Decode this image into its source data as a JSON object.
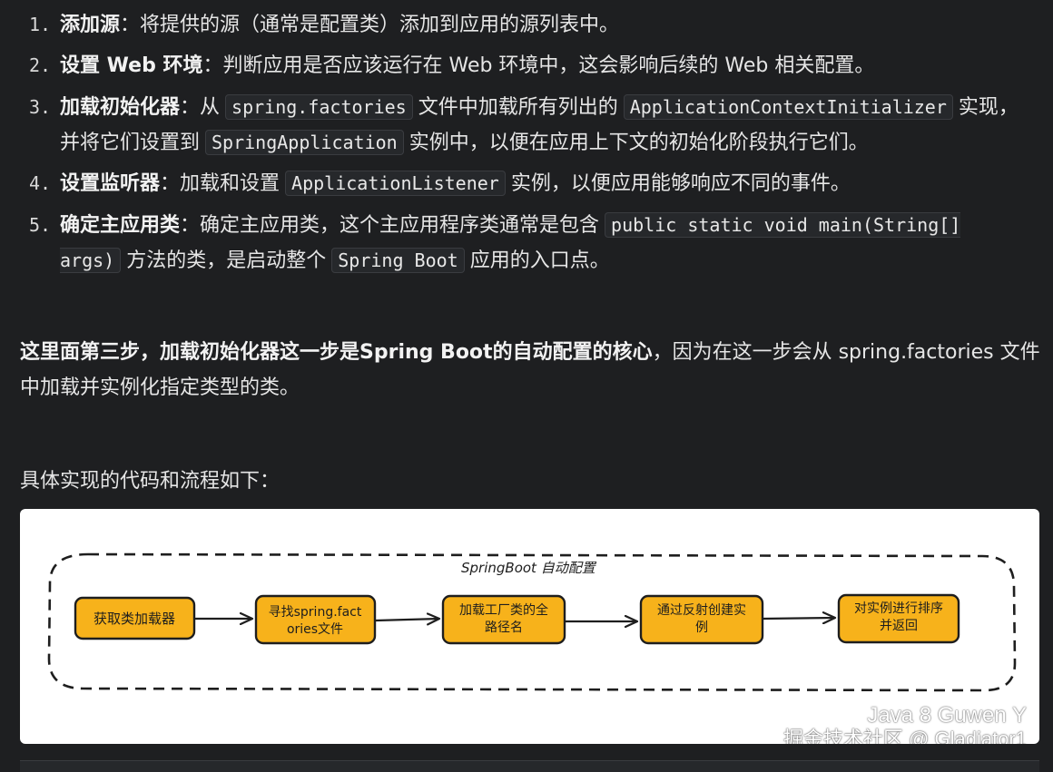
{
  "list_items": [
    {
      "number": "1.",
      "title": "添加源",
      "parts": [
        "：将提供的源（通常是配置类）添加到应用的源列表中。"
      ]
    },
    {
      "number": "2.",
      "title": "设置 Web 环境",
      "parts": [
        "：判断应用是否应该运行在 Web 环境中，这会影响后续的 Web 相关配置。"
      ]
    },
    {
      "number": "3.",
      "title": "加载初始化器",
      "t1": "：从",
      "code1": "spring.factories",
      "t2": "文件中加载所有列出的",
      "code2": "ApplicationContextInitializer",
      "t3": "实现，并将它们设置到",
      "code3": "SpringApplication",
      "t4": "实例中，以便在应用上下文的初始化阶段执行它们。"
    },
    {
      "number": "4.",
      "title": "设置监听器",
      "t1": "：加载和设置",
      "code1": "ApplicationListener",
      "t2": "实例，以便应用能够响应不同的事件。"
    },
    {
      "number": "5.",
      "title": "确定主应用类",
      "t1": "：确定主应用类，这个主应用程序类通常是包含",
      "code1": "public static void main(String[] args)",
      "t2": "方法的类，是启动整个",
      "code2": "Spring Boot",
      "t3": "应用的入口点。"
    }
  ],
  "paragraph1": {
    "bold": "这里面第三步，加载初始化器这一步是Spring Boot的自动配置的核心",
    "rest": "，因为在这一步会从 spring.factories 文件中加载并实例化指定类型的类。"
  },
  "paragraph2": "具体实现的代码和流程如下：",
  "diagram": {
    "group_label": "SpringBoot 自动配置",
    "steps": [
      {
        "line1": "获取类加载器",
        "line2": ""
      },
      {
        "line1": "寻找spring.fact",
        "line2": "ories文件"
      },
      {
        "line1": "加载工厂类的全",
        "line2": "路径名"
      },
      {
        "line1": "通过反射创建实",
        "line2": "例"
      },
      {
        "line1": "对实例进行排序",
        "line2": "并返回"
      }
    ],
    "box_fill": "#f7b21b",
    "stroke": "#1e1e1e"
  },
  "watermark": {
    "line1": "Java 8 Guwen Y",
    "line2": "掘金技术社区 @ Gladiator1"
  }
}
